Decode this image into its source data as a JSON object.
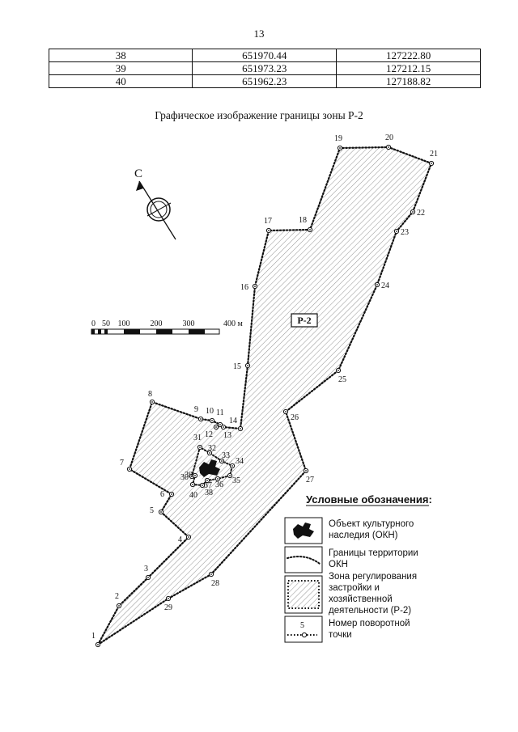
{
  "page_number": "13",
  "table": {
    "rows": [
      [
        "38",
        "651970.44",
        "127222.80"
      ],
      [
        "39",
        "651973.23",
        "127212.15"
      ],
      [
        "40",
        "651962.23",
        "127188.82"
      ]
    ]
  },
  "caption": "Графическое изображение границы зоны Р-2",
  "compass": {
    "north_letter": "С"
  },
  "scale_bar": {
    "ticks": [
      "0",
      "50",
      "100",
      "200",
      "300",
      "400 м"
    ]
  },
  "zone_label": "Р-2",
  "points": [
    {
      "n": "1"
    },
    {
      "n": "2"
    },
    {
      "n": "3"
    },
    {
      "n": "4"
    },
    {
      "n": "5"
    },
    {
      "n": "6"
    },
    {
      "n": "7"
    },
    {
      "n": "8"
    },
    {
      "n": "9"
    },
    {
      "n": "10"
    },
    {
      "n": "11"
    },
    {
      "n": "12"
    },
    {
      "n": "13"
    },
    {
      "n": "14"
    },
    {
      "n": "15"
    },
    {
      "n": "16"
    },
    {
      "n": "17"
    },
    {
      "n": "18"
    },
    {
      "n": "19"
    },
    {
      "n": "20"
    },
    {
      "n": "21"
    },
    {
      "n": "22"
    },
    {
      "n": "23"
    },
    {
      "n": "24"
    },
    {
      "n": "25"
    },
    {
      "n": "26"
    },
    {
      "n": "27"
    },
    {
      "n": "28"
    },
    {
      "n": "29"
    },
    {
      "n": "30"
    },
    {
      "n": "31"
    },
    {
      "n": "32"
    },
    {
      "n": "33"
    },
    {
      "n": "34"
    },
    {
      "n": "35"
    },
    {
      "n": "36"
    },
    {
      "n": "37"
    },
    {
      "n": "38"
    },
    {
      "n": "39"
    },
    {
      "n": "40"
    }
  ],
  "legend": {
    "title": "Условные обозначения:",
    "okn": [
      "Объект культурного",
      "наследия (ОКН)"
    ],
    "okn_border": [
      "Границы территории",
      "ОКН"
    ],
    "zone": [
      "Зона регулирования",
      "застройки и",
      "хозяйственной",
      "деятельности (Р-2)"
    ],
    "point_sample": "5",
    "point": [
      "Номер поворотной",
      "точки"
    ]
  }
}
